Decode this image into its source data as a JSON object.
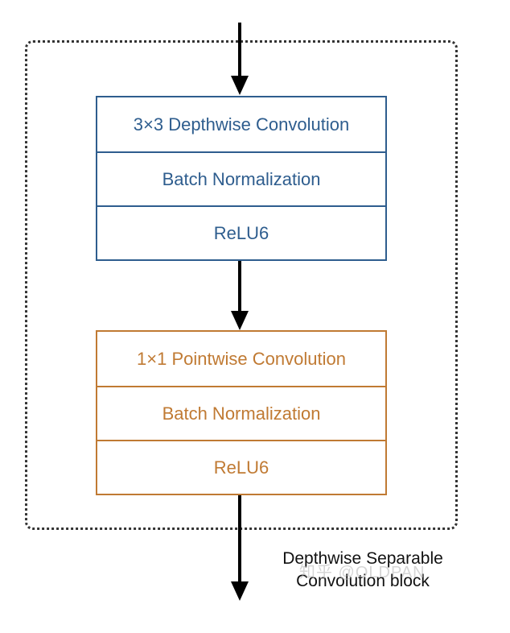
{
  "diagram": {
    "depthwise_block": {
      "layers": [
        "3×3 Depthwise Convolution",
        "Batch Normalization",
        "ReLU6"
      ],
      "color": "#2e5d8e"
    },
    "pointwise_block": {
      "layers": [
        "1×1 Pointwise Convolution",
        "Batch Normalization",
        "ReLU6"
      ],
      "color": "#c07a33"
    },
    "caption": {
      "line1": "Depthwise Separable",
      "line2": "Convolution block"
    },
    "watermark": "知乎 @OLDPAN"
  }
}
